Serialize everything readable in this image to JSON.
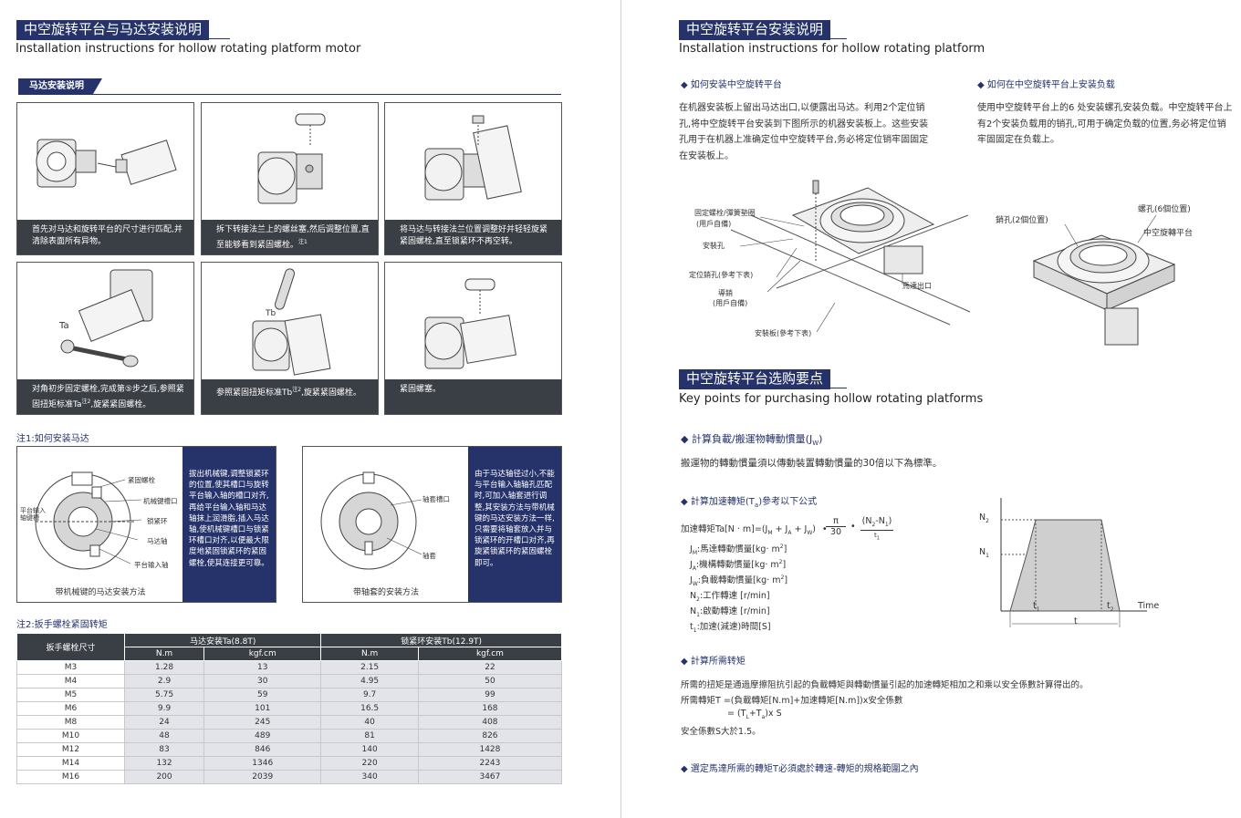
{
  "left": {
    "title_cn": "中空旋转平台与马达安装说明",
    "title_en": "Installation instructions for hollow rotating platform motor",
    "section_tab": "马达安装说明",
    "steps": [
      {
        "caption": "首先对马达和旋转平台的尺寸进行匹配,并清除表面所有异物。"
      },
      {
        "caption": "拆下转接法兰上的螺丝塞,然后调整位置,直至能够看到紧固螺栓。",
        "sup": "注1"
      },
      {
        "caption": "将马达与转接法兰位置调整好并轻轻旋紧紧固螺栓,直至锁紧环不再空转。"
      },
      {
        "caption": "对角初步固定螺栓,完成第⑤步之后,参照紧固扭矩标准Ta",
        "caption2": ",旋紧紧固螺栓。",
        "sup": "注2",
        "label": "Ta"
      },
      {
        "caption": "参照紧固扭矩标准Tb",
        "caption2": ",旋紧紧固螺栓。",
        "sup": "注2",
        "label": "Tb"
      },
      {
        "caption": "紧固螺塞。"
      }
    ],
    "note1_title": "注1:如何安装马达",
    "fig1": {
      "labels": [
        "紧固螺栓",
        "机械键槽口",
        "锁紧环",
        "马达轴",
        "平台输入轴",
        "平台输入轴键槽"
      ],
      "caption": "带机械键的马达安装方法",
      "side_text": "拔出机械键,调整锁紧环的位置,使其槽口与旋转平台输入轴的槽口对齐,再给平台输入轴和马达轴抹上润滑脂,插入马达轴,使机械键槽口与锁紧环槽口对齐,以便最大限度地紧固锁紧环的紧固螺栓,使其连接更可靠。"
    },
    "fig2": {
      "labels": [
        "轴套槽口",
        "轴套"
      ],
      "caption": "带轴套的安装方法",
      "side_text": "由于马达轴径过小,不能与平台输入轴轴孔匹配时,可加入轴套进行调整,其安装方法与带机械键的马达安装方法一样,只需要将轴套放入并与锁紧环的开槽口对齐,再旋紧锁紧环的紧固螺栓即可。"
    },
    "note2_title": "注2:扳手螺栓紧固转矩",
    "table": {
      "col_size": "扳手螺栓尺寸",
      "group_a": "马达安装Ta(8.8T)",
      "group_b": "锁紧环安装Tb(12.9T)",
      "unit_nm": "N.m",
      "unit_kgf": "kgf.cm",
      "rows": [
        [
          "M3",
          "1.28",
          "13",
          "2.15",
          "22"
        ],
        [
          "M4",
          "2.9",
          "30",
          "4.95",
          "50"
        ],
        [
          "M5",
          "5.75",
          "59",
          "9.7",
          "99"
        ],
        [
          "M6",
          "9.9",
          "101",
          "16.5",
          "168"
        ],
        [
          "M8",
          "24",
          "245",
          "40",
          "408"
        ],
        [
          "M10",
          "48",
          "489",
          "81",
          "826"
        ],
        [
          "M12",
          "83",
          "846",
          "140",
          "1428"
        ],
        [
          "M14",
          "132",
          "1346",
          "220",
          "2243"
        ],
        [
          "M16",
          "200",
          "2039",
          "340",
          "3467"
        ]
      ]
    }
  },
  "right": {
    "title1_cn": "中空旋转平台安装说明",
    "title1_en": "Installation instructions for hollow rotating platform",
    "bullet1": "◆ 如何安装中空旋转平台",
    "para1": "在机器安装板上留出马达出口,以便露出马达。利用2个定位销孔,将中空旋转平台安装到下图所示的机器安装板上。这些安装孔用于在机器上准确定位中空旋转平台,务必将定位销牢固固定在安装板上。",
    "bullet2": "◆ 如何在中空旋转平台上安装负载",
    "para2": "使用中空旋转平台上的6 处安装螺孔安装负载。中空旋转平台上有2个安装负载用的销孔,可用于确定负载的位置,务必将定位销牢固固定在负载上。",
    "diagram1_labels": [
      "固定螺栓/彈簧墊圈",
      "(用戶自備)",
      "安裝孔",
      "定位銷孔(參考下表)",
      "導銷",
      "(用戶自備)",
      "馬達出口",
      "安裝板(參考下表)"
    ],
    "diagram2_labels": [
      "銷孔(2個位置)",
      "螺孔(6個位置)",
      "中空旋轉平台"
    ],
    "title2_cn": "中空旋转平台选购要点",
    "title2_en": "Key points for purchasing hollow rotating platforms",
    "sec1_head": "◆ 計算負載/搬運物轉動慣量(J",
    "sec1_sub": "W",
    "sec1_tail": ")",
    "sec1_text": "搬運物的轉動慣量須以傳動裝置轉動慣量的30倍以下為標準。",
    "sec2_head": "◆ 計算加速轉矩(T",
    "sec2_sub": "a",
    "sec2_tail": ")參考以下公式",
    "formula": {
      "lhs": "加速轉矩Ta[N · m]=(J",
      "m": "M",
      "a": "A",
      "w": "W",
      "plus": "+ J",
      "close": ")",
      "dot": "•",
      "pi": "π",
      "thirty": "30",
      "num": "(N",
      "n2": "2",
      "minus": "-N",
      "n1": "1",
      "cl": ")",
      "t1": "t",
      "t1sub": "1"
    },
    "defs": [
      {
        "sym": "J",
        "sub": "M",
        "text": ":馬達轉動慣量[kg· m",
        "sup": "2",
        "end": "]"
      },
      {
        "sym": "J",
        "sub": "A",
        "text": ":機構轉動慣量[kg· m",
        "sup": "2",
        "end": "]"
      },
      {
        "sym": "J",
        "sub": "W",
        "text": ":負載轉動慣量[kg· m",
        "sup": "2",
        "end": "]"
      },
      {
        "sym": "N",
        "sub": "2",
        "text": ":工作轉速 [r/min]",
        "sup": "",
        "end": ""
      },
      {
        "sym": "N",
        "sub": "1",
        "text": ":啟動轉速 [r/min]",
        "sup": "",
        "end": ""
      },
      {
        "sym": "t",
        "sub": "1",
        "text": ":加速(減速)時間[S]",
        "sup": "",
        "end": ""
      }
    ],
    "graph": {
      "n2": "N",
      "n2sub": "2",
      "n1": "N",
      "n1sub": "1",
      "t1": "t",
      "t1sub": "1",
      "t2": "t",
      "t2sub": "2",
      "t": "t",
      "time": "Time"
    },
    "sec3_head": "◆ 計算所需转矩",
    "sec3_lines": [
      "所需的扭矩是通過摩擦阻抗引起的負載轉矩與轉動慣量引起的加速轉矩相加之和乘以安全係數計算得出的。",
      "所需轉矩T =(負載轉矩[N.m]+加速轉矩[N.m])x安全係數",
      "= (T",
      "安全係數S大於1.5。"
    ],
    "sec3_eq": {
      "l": "L",
      "plus": "+T",
      "a": "a",
      "tail": ")x S"
    },
    "sec4_head": "◆ 選定馬達所需的轉矩T必須處於轉速-轉矩的規格範圍之內"
  }
}
